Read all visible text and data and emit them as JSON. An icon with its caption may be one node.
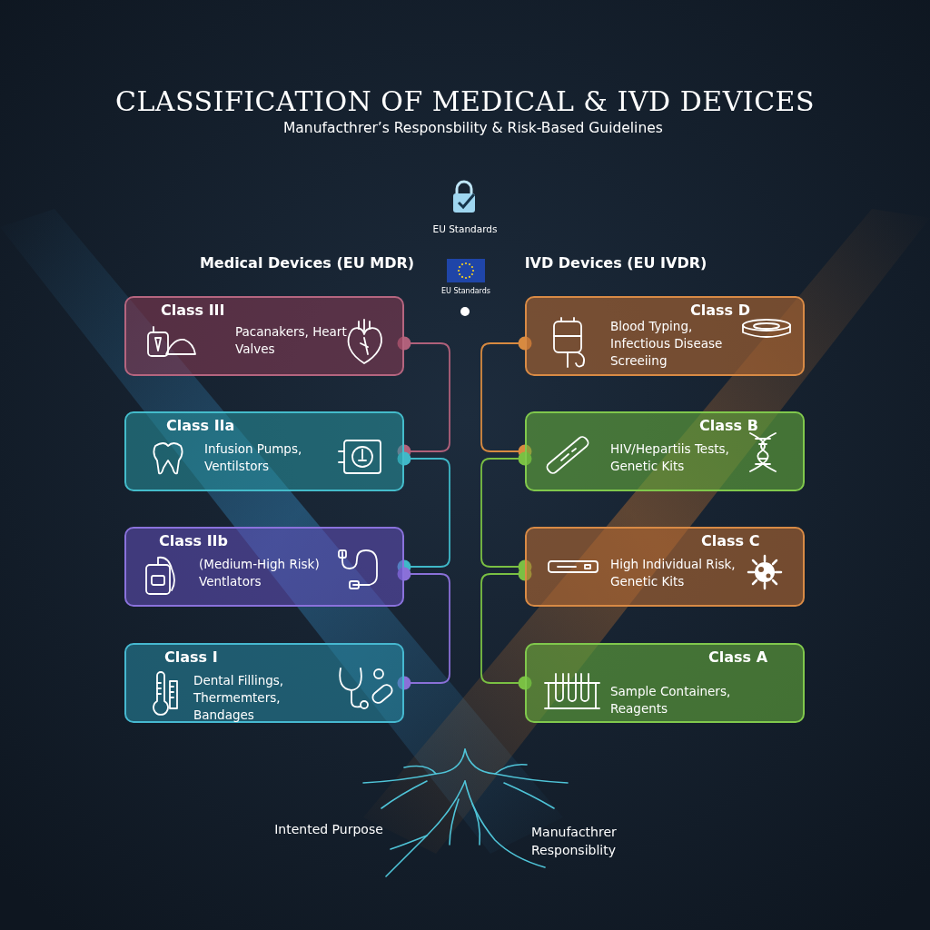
{
  "diagram": {
    "title": "CLASSIFICATION OF MEDICAL & IVD DEVICES",
    "nodes": [
      {
        "text": [
          "Class III",
          "Pacanakers, Heart Valves"
        ]
      },
      {
        "text": [
          "Class IIa",
          "Infusion Pumps, Ventilstors"
        ]
      },
      {
        "text": [
          "Class IIb",
          "(Medium-High Risk) Ventlators"
        ]
      },
      {
        "text": [
          "Class I",
          "Dental Fillings, Thermemters, Bandages"
        ]
      },
      {
        "text": [
          "Class D",
          "Blood Typing, Infectious Disease Screeiing"
        ]
      },
      {
        "text": [
          "Class B",
          "HIV/Hepartiis Tests, Genetic Kits"
        ]
      },
      {
        "text": [
          "Class C",
          "High Individual Risk, Genetic Kits"
        ]
      },
      {
        "text": [
          "Class A",
          "Sample Containers, Reagents"
        ]
      }
    ],
    "edges": [
      {
        "from": 0,
        "to": 1,
        "arrow": "other",
        "color": "#b0607a"
      },
      {
        "from": 1,
        "to": 2,
        "arrow": "other",
        "color": "#3fb8c8"
      },
      {
        "from": 2,
        "to": 3,
        "arrow": "other",
        "color": "#8a70d8"
      },
      {
        "from": 4,
        "to": 5,
        "arrow": "other",
        "color": "#d88a40"
      },
      {
        "from": 5,
        "to": 6,
        "arrow": "other",
        "color": "#7ac043"
      },
      {
        "from": 6,
        "to": 7,
        "arrow": "other",
        "color": "#7ac043"
      }
    ],
    "labels": [
      "Manufacthrer’s Responsbility & Risk-Based Guidelines",
      "EU Standards",
      "Medical Devices (EU MDR)",
      "EU Standards",
      "IVD Devices (EU IVDR)",
      "Intented Purpose",
      "Manufacthrer Responsiblity"
    ]
  }
}
